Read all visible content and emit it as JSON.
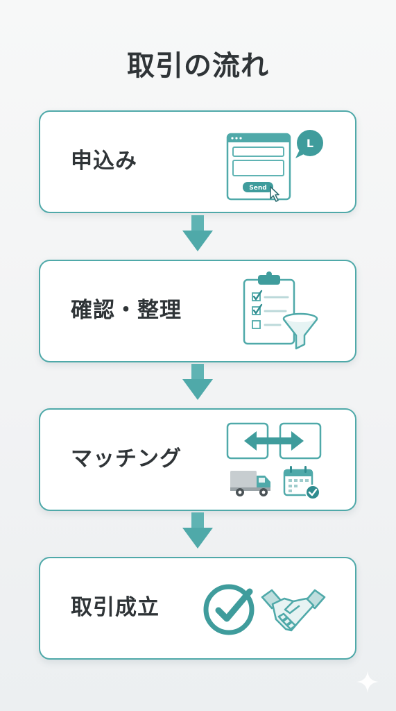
{
  "title": "取引の流れ",
  "accent_color": "#4fa9a9",
  "steps": [
    {
      "label": "申込み",
      "illustration": "web-form-illustration",
      "button_text": "Send",
      "badge_text": "L"
    },
    {
      "label": "確認・整理",
      "illustration": "clipboard-checklist-funnel-illustration"
    },
    {
      "label": "マッチング",
      "illustration": "exchange-truck-calendar-illustration"
    },
    {
      "label": "取引成立",
      "illustration": "check-handshake-illustration"
    }
  ]
}
